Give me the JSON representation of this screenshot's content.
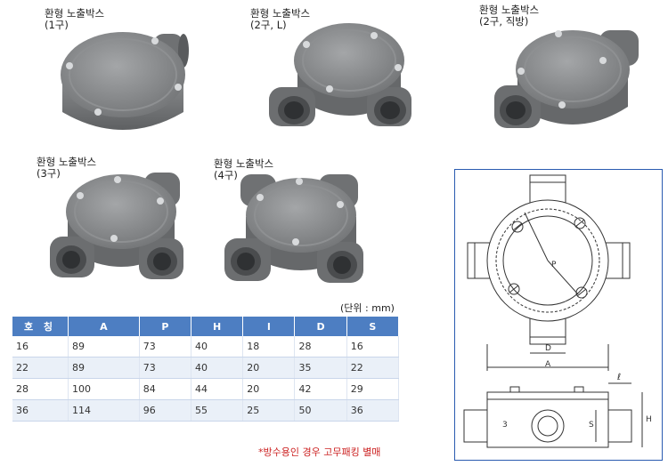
{
  "products": [
    {
      "line1": "환형 노출박스",
      "line2": "(1구)"
    },
    {
      "line1": "환형 노출박스",
      "line2": "(2구, L)"
    },
    {
      "line1": "환형 노출박스",
      "line2": "(2구, 직방)"
    },
    {
      "line1": "환형 노출박스",
      "line2": "(3구)"
    },
    {
      "line1": "환형 노출박스",
      "line2": "(4구)"
    }
  ],
  "unit_note": "(단위 : mm)",
  "table": {
    "headers": [
      "호 칭",
      "A",
      "P",
      "H",
      "l",
      "D",
      "S"
    ],
    "rows": [
      [
        "16",
        "89",
        "73",
        "40",
        "18",
        "28",
        "16"
      ],
      [
        "22",
        "89",
        "73",
        "40",
        "20",
        "35",
        "22"
      ],
      [
        "28",
        "100",
        "84",
        "44",
        "20",
        "42",
        "29"
      ],
      [
        "36",
        "114",
        "96",
        "55",
        "25",
        "50",
        "36"
      ]
    ]
  },
  "footnote": "*방수용인 경우 고무패킹 별매",
  "drawing": {
    "labels": {
      "p": "P",
      "d": "D",
      "a": "A",
      "l": "ℓ",
      "h": "H",
      "s": "S",
      "three": "3"
    }
  },
  "colors": {
    "header_bg": "#4d7ec2",
    "row_alt": "#eaf0f8",
    "note": "#cc2222",
    "frame": "#2a5bb0",
    "box_gray": "#7d7f80"
  }
}
